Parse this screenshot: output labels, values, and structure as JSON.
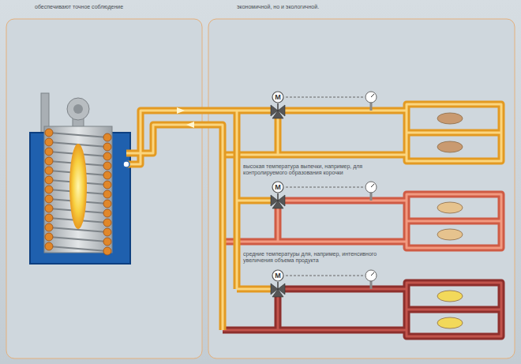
{
  "diagram": {
    "nodes": [
      {
        "text": [
          "M"
        ]
      },
      {
        "text": [
          "M"
        ]
      },
      {
        "text": [
          "M"
        ]
      }
    ],
    "labels": [
      "обеспечивают точное соблюдение",
      "экономичной, но и экологичной.",
      "высокая температура выпечки, например, для контролируемого образования корочки",
      "средние температуры для, например, интенсивного увеличения объема продукта"
    ]
  }
}
